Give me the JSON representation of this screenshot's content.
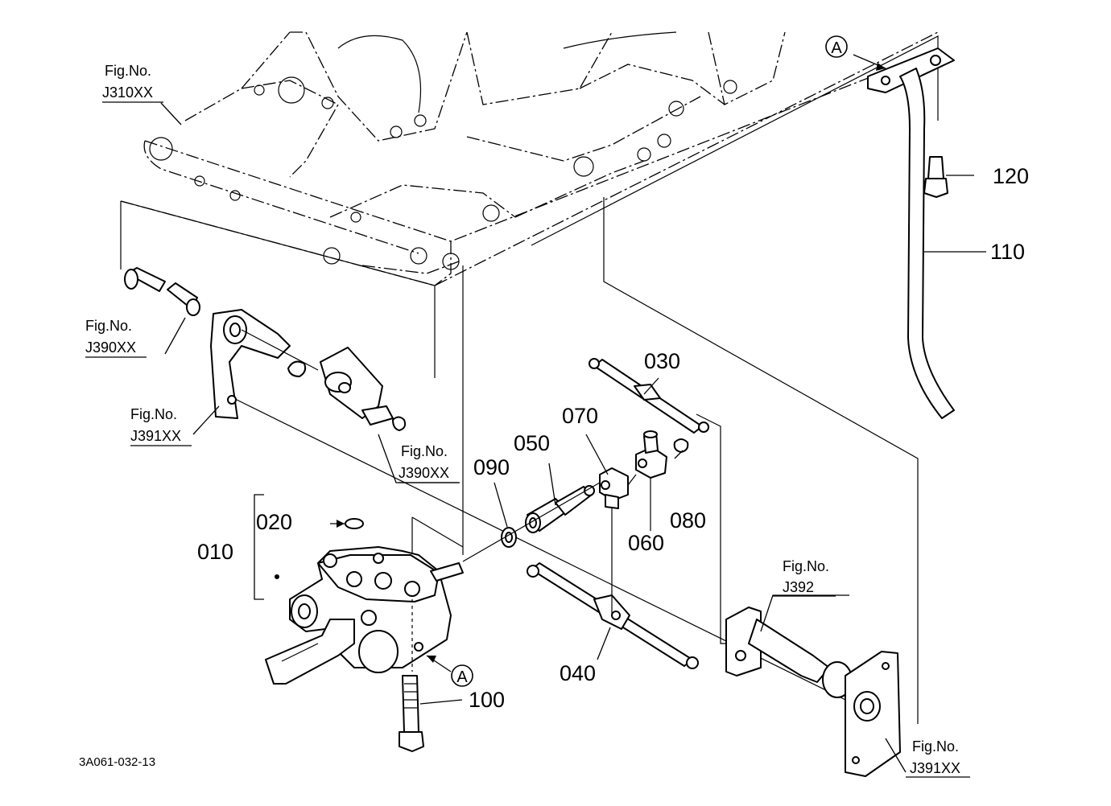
{
  "callouts": {
    "p010": "010",
    "p020": "020",
    "p030": "030",
    "p040": "040",
    "p050": "050",
    "p060": "060",
    "p070": "070",
    "p080": "080",
    "p090": "090",
    "p100": "100",
    "p110": "110",
    "p120": "120"
  },
  "figure_refs": {
    "j310": {
      "label": "Fig.No.",
      "code": "J310XX"
    },
    "j390_left": {
      "label": "Fig.No.",
      "code": "J390XX"
    },
    "j391_left": {
      "label": "Fig.No.",
      "code": "J391XX"
    },
    "j390_mid": {
      "label": "Fig.No.",
      "code": "J390XX"
    },
    "j392": {
      "label": "Fig.No.",
      "code": "J392"
    },
    "j391_right": {
      "label": "Fig.No.",
      "code": "J391XX"
    }
  },
  "reference_marks": {
    "top": "A",
    "bottom": "A"
  },
  "drawing_code": "3A061-032-13"
}
